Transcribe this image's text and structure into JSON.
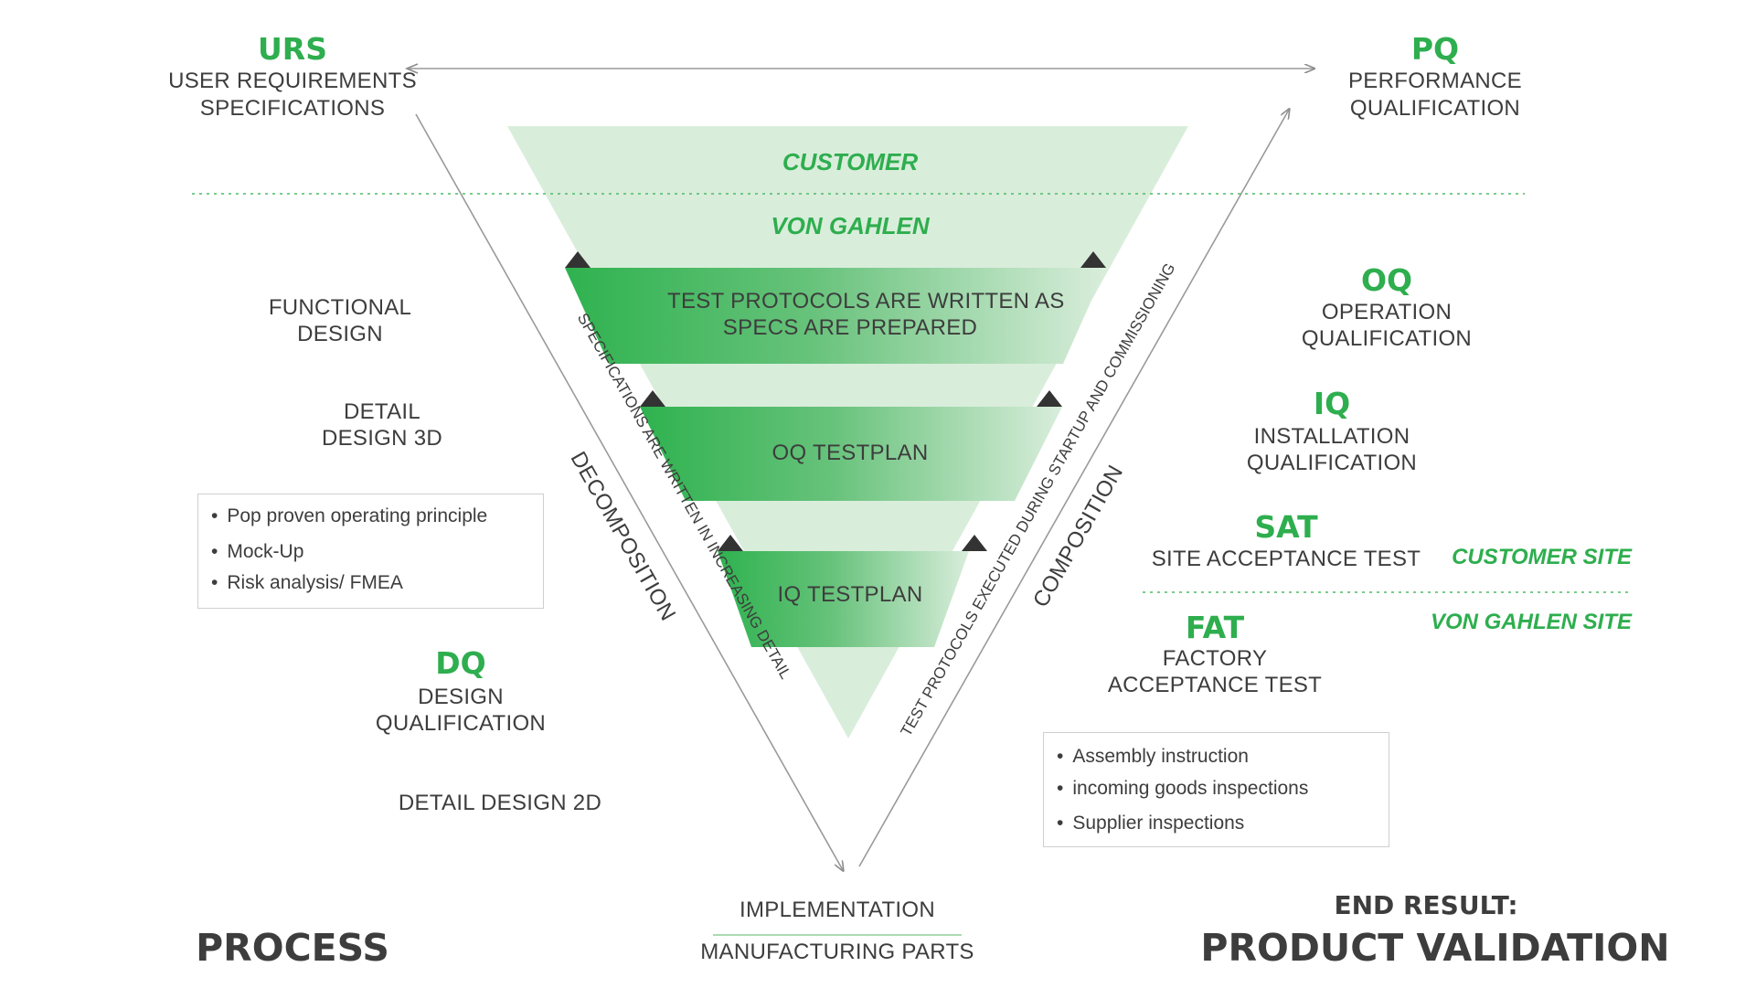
{
  "top_left": {
    "code": "URS",
    "line1": "USER REQUIREMENTS",
    "line2": "SPECIFICATIONS"
  },
  "top_right": {
    "code": "PQ",
    "line1": "PERFORMANCE",
    "line2": "QUALIFICATION"
  },
  "funnel": {
    "customer": "CUSTOMER",
    "von_gahlen": "VON GAHLEN",
    "band1_line1": "TEST PROTOCOLS ARE WRITTEN AS",
    "band1_line2": "SPECS ARE PREPARED",
    "band2": "OQ TESTPLAN",
    "band3": "IQ TESTPLAN"
  },
  "left_side": {
    "functional_line1": "FUNCTIONAL",
    "functional_line2": "DESIGN",
    "detail3d_line1": "DETAIL",
    "detail3d_line2": "DESIGN 3D",
    "box_items": [
      "Pop proven operating principle",
      "Mock-Up",
      "Risk analysis/ FMEA"
    ],
    "dq_code": "DQ",
    "dq_line1": "DESIGN",
    "dq_line2": "QUALIFICATION",
    "detail2d": "DETAIL DESIGN 2D",
    "process": "PROCESS"
  },
  "right_side": {
    "oq_code": "OQ",
    "oq_line1": "OPERATION",
    "oq_line2": "QUALIFICATION",
    "iq_code": "IQ",
    "iq_line1": "INSTALLATION",
    "iq_line2": "QUALIFICATION",
    "sat_code": "SAT",
    "sat_label": "SITE ACCEPTANCE TEST",
    "customer_site": "CUSTOMER SITE",
    "fat_code": "FAT",
    "fat_line1": "FACTORY",
    "fat_line2": "ACCEPTANCE TEST",
    "von_gahlen_site": "VON GAHLEN SITE",
    "box_items": [
      "Assembly instruction",
      "incoming goods inspections",
      "Supplier inspections"
    ],
    "end_result": "END RESULT:",
    "product_validation": "PRODUCT VALIDATION"
  },
  "diagonals": {
    "decomposition": "DECOMPOSITION",
    "specs_detail": "SPECIFICATIONS ARE WRITTEN IN INCREASING DETAIL",
    "composition": "COMPOSITION",
    "test_protocols": "TEST PROTOCOLS EXECUTED DURING STARTUP AND COMMISSIONING"
  },
  "bottom": {
    "implementation": "IMPLEMENTATION",
    "manufacturing": "MANUFACTURING PARTS"
  },
  "colors": {
    "green": "#2eae4e",
    "light_green": "#d9eddb",
    "text": "#3d3d3d",
    "arrow": "#9a9a9a"
  }
}
